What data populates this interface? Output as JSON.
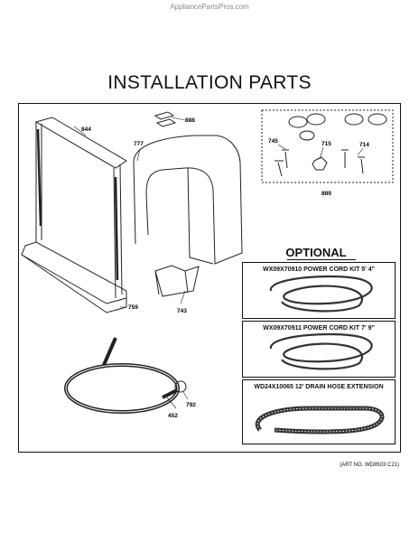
{
  "watermark": "AppliancePartsPros.com",
  "title": "INSTALLATION PARTS",
  "parts": {
    "p844": "844",
    "p777": "777",
    "p888": "888",
    "p745": "745",
    "p715": "715",
    "p714": "714",
    "p889": "889",
    "p759": "759",
    "p743": "743",
    "p792": "792",
    "p452": "452"
  },
  "optional": {
    "title": "OPTIONAL",
    "kits": [
      {
        "label": "WX09X70910 POWER CORD KIT 5' 4\""
      },
      {
        "label": "WX09X70911 POWER CORD KIT 7' 9\""
      },
      {
        "label": "WD24X10065 12' DRAIN HOSE EXTENSION"
      }
    ]
  },
  "art_no": "(ART NO. WD8503 C21)"
}
